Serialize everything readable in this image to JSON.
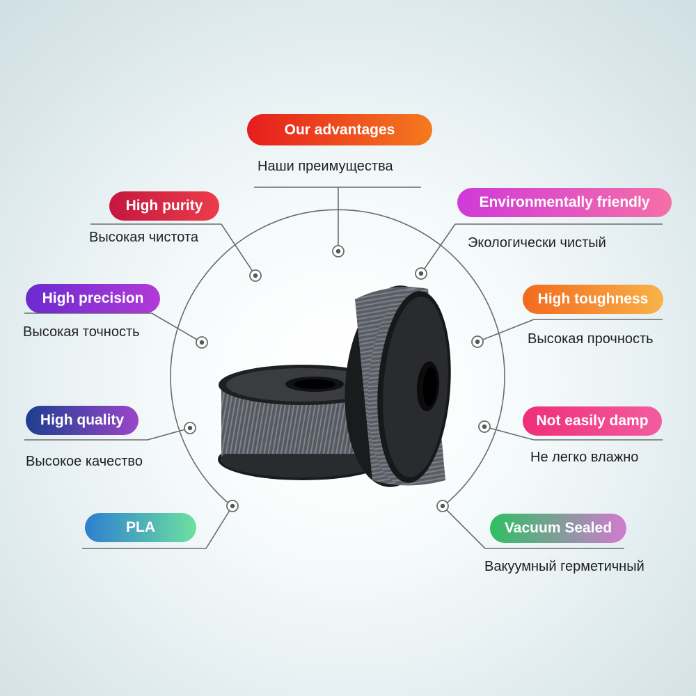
{
  "header": {
    "title": "Our advantages",
    "subtitle": "Наши преимущества",
    "color_start": "#e61d1d",
    "color_end": "#f57a1e"
  },
  "left_features": [
    {
      "label": "High purity",
      "ru": "Высокая чистота",
      "color_start": "#c5173f",
      "color_end": "#ec3c4a"
    },
    {
      "label": "High precision",
      "ru": "Высокая точность",
      "color_start": "#6a2bcf",
      "color_end": "#b23ad8"
    },
    {
      "label": "High quality",
      "ru": "Высокое качество",
      "color_start": "#1c3f8f",
      "color_end": "#9a46c9"
    },
    {
      "label": "PLA",
      "ru": "",
      "color_start": "#2e7fd0",
      "color_end": "#6de0a0"
    }
  ],
  "right_features": [
    {
      "label": "Environmentally friendly",
      "ru": "Экологически чистый",
      "color_start": "#d03ad8",
      "color_end": "#f56fa8"
    },
    {
      "label": "High toughness",
      "ru": "Высокая прочность",
      "color_start": "#f26a1e",
      "color_end": "#f9b24a"
    },
    {
      "label": "Not easily damp",
      "ru": "Не легко влажно",
      "color_start": "#ef2e78",
      "color_end": "#f35ca0"
    },
    {
      "label": "Vacuum Sealed",
      "ru": "Вакуумный герметичный",
      "color_start": "#2fbf63",
      "color_end": "#d27bd0"
    }
  ],
  "product": {
    "icon": "filament-spool-icon",
    "filament_color": "#5c6066"
  }
}
